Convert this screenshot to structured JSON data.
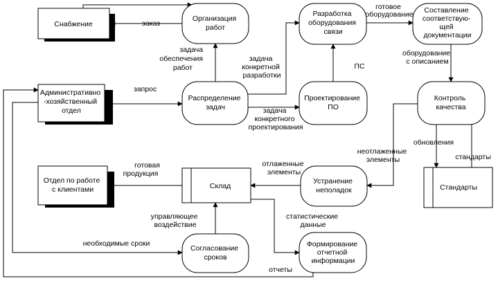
{
  "externals": {
    "supply": "Снабжение",
    "admin": [
      "Административно",
      "-хозяйственный",
      "отдел"
    ],
    "clients": [
      "Отдел по работе",
      "с клиентами"
    ]
  },
  "processes": {
    "org": [
      "Организация",
      "работ"
    ],
    "dev_equip": [
      "Разработка",
      "оборудования",
      "связи"
    ],
    "docs": [
      "Составление",
      "соответствую-",
      "щей",
      "документации"
    ],
    "distribute": [
      "Распределение",
      "задач"
    ],
    "dev_sw": [
      "Проектирование",
      "ПО"
    ],
    "qc": [
      "Контроль",
      "качества"
    ],
    "fix": [
      "Устранение",
      "неполадок"
    ],
    "agree": [
      "Согласование",
      "сроков"
    ],
    "report": [
      "Формирование",
      "отчетной",
      "информации"
    ]
  },
  "stores": {
    "warehouse": "Склад",
    "standards": "Стандарты"
  },
  "flows": {
    "order": "заказ",
    "supply_task": [
      "задача",
      "обеспечения",
      "работ"
    ],
    "ready_equip": [
      "готовое",
      "оборудование"
    ],
    "equip_desc": [
      "оборудование",
      "с описанием"
    ],
    "request": "запрос",
    "dev_task": [
      "задача",
      "конкретной",
      "разработки"
    ],
    "sw_task": [
      "задача",
      "конкретного",
      "проектирования"
    ],
    "ps": "ПС",
    "unfixed": [
      "неотлаженные",
      "элементы"
    ],
    "updates": "обновления",
    "standards": "стандарты",
    "fixed": [
      "отлаженные",
      "элементы"
    ],
    "ready_products": [
      "готовая",
      "продукция"
    ],
    "control_action": [
      "управляющее",
      "воздействие"
    ],
    "stats": [
      "статистические",
      "данные"
    ],
    "deadlines": "необходимые сроки",
    "reports": "отчеты"
  }
}
